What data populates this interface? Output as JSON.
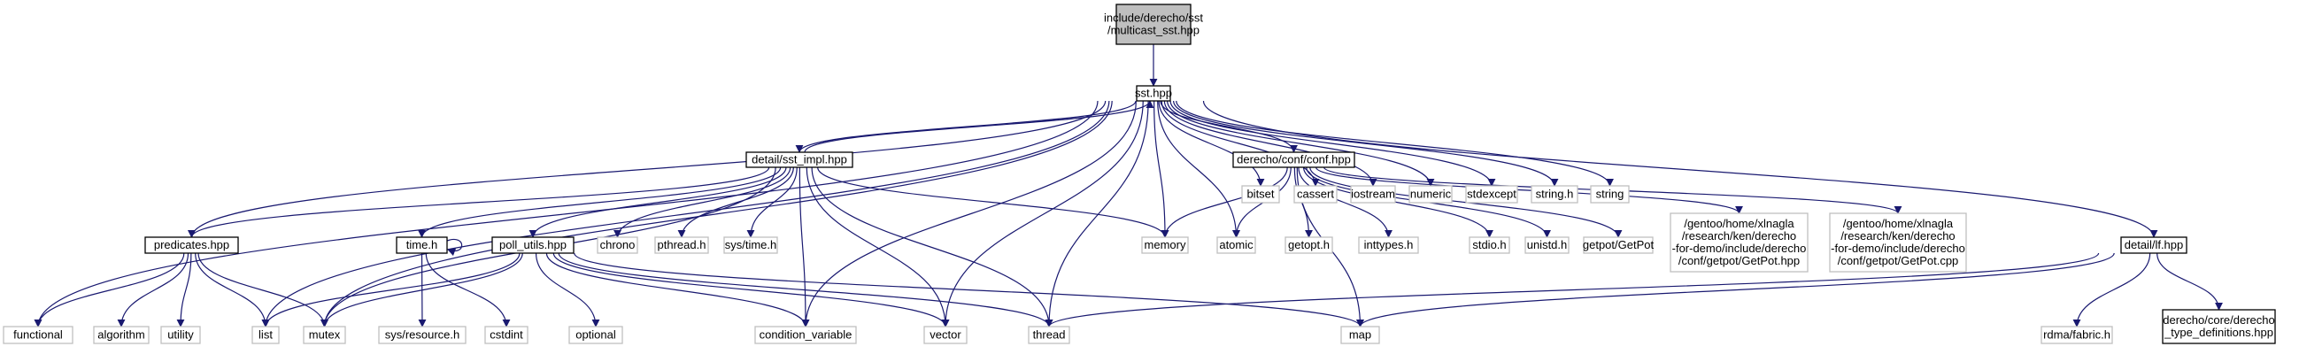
{
  "colors": {
    "edge": "#191970",
    "box_border": "#000000",
    "root_fill": "#bfbfbf",
    "node_fill": "#ffffff",
    "leaf_border": "#bfbfbf",
    "text": "#000000"
  },
  "nodes": [
    {
      "id": "root",
      "lines": [
        "include/derecho/sst",
        "/multicast_sst.hpp"
      ],
      "style": "root"
    },
    {
      "id": "sst",
      "lines": [
        "sst.hpp"
      ],
      "style": "normal"
    },
    {
      "id": "sst_impl",
      "lines": [
        "detail/sst_impl.hpp"
      ],
      "style": "normal"
    },
    {
      "id": "conf",
      "lines": [
        "derecho/conf/conf.hpp"
      ],
      "style": "normal"
    },
    {
      "id": "predicates",
      "lines": [
        "predicates.hpp"
      ],
      "style": "normal"
    },
    {
      "id": "time_h",
      "lines": [
        "time.h"
      ],
      "style": "normal"
    },
    {
      "id": "poll_utils",
      "lines": [
        "poll_utils.hpp"
      ],
      "style": "normal"
    },
    {
      "id": "lf",
      "lines": [
        "detail/lf.hpp"
      ],
      "style": "normal"
    },
    {
      "id": "type_defs",
      "lines": [
        "derecho/core/derecho",
        "_type_definitions.hpp"
      ],
      "style": "normal"
    },
    {
      "id": "bitset",
      "lines": [
        "bitset"
      ],
      "style": "leaf"
    },
    {
      "id": "cassert",
      "lines": [
        "cassert"
      ],
      "style": "leaf"
    },
    {
      "id": "iostream",
      "lines": [
        "iostream"
      ],
      "style": "leaf"
    },
    {
      "id": "numeric",
      "lines": [
        "numeric"
      ],
      "style": "leaf"
    },
    {
      "id": "stdexcept",
      "lines": [
        "stdexcept"
      ],
      "style": "leaf"
    },
    {
      "id": "string_h",
      "lines": [
        "string.h"
      ],
      "style": "leaf"
    },
    {
      "id": "string",
      "lines": [
        "string"
      ],
      "style": "leaf"
    },
    {
      "id": "chrono",
      "lines": [
        "chrono"
      ],
      "style": "leaf"
    },
    {
      "id": "pthread_h",
      "lines": [
        "pthread.h"
      ],
      "style": "leaf"
    },
    {
      "id": "sys_time_h",
      "lines": [
        "sys/time.h"
      ],
      "style": "leaf"
    },
    {
      "id": "memory",
      "lines": [
        "memory"
      ],
      "style": "leaf"
    },
    {
      "id": "atomic",
      "lines": [
        "atomic"
      ],
      "style": "leaf"
    },
    {
      "id": "getopt_h",
      "lines": [
        "getopt.h"
      ],
      "style": "leaf"
    },
    {
      "id": "inttypes_h",
      "lines": [
        "inttypes.h"
      ],
      "style": "leaf"
    },
    {
      "id": "stdio_h",
      "lines": [
        "stdio.h"
      ],
      "style": "leaf"
    },
    {
      "id": "unistd_h",
      "lines": [
        "unistd.h"
      ],
      "style": "leaf"
    },
    {
      "id": "getpot",
      "lines": [
        "getpot/GetPot"
      ],
      "style": "leaf"
    },
    {
      "id": "getpot_hpp",
      "lines": [
        "/gentoo/home/xlnagla",
        "/research/ken/derecho",
        "-for-demo/include/derecho",
        "/conf/getpot/GetPot.hpp"
      ],
      "style": "leaf"
    },
    {
      "id": "getpot_cpp",
      "lines": [
        "/gentoo/home/xlnagla",
        "/research/ken/derecho",
        "-for-demo/include/derecho",
        "/conf/getpot/GetPot.cpp"
      ],
      "style": "leaf"
    },
    {
      "id": "functional",
      "lines": [
        "functional"
      ],
      "style": "leaf"
    },
    {
      "id": "algorithm",
      "lines": [
        "algorithm"
      ],
      "style": "leaf"
    },
    {
      "id": "utility",
      "lines": [
        "utility"
      ],
      "style": "leaf"
    },
    {
      "id": "list",
      "lines": [
        "list"
      ],
      "style": "leaf"
    },
    {
      "id": "mutex",
      "lines": [
        "mutex"
      ],
      "style": "leaf"
    },
    {
      "id": "sys_resource_h",
      "lines": [
        "sys/resource.h"
      ],
      "style": "leaf"
    },
    {
      "id": "cstdint",
      "lines": [
        "cstdint"
      ],
      "style": "leaf"
    },
    {
      "id": "optional",
      "lines": [
        "optional"
      ],
      "style": "leaf"
    },
    {
      "id": "condition_variable",
      "lines": [
        "condition_variable"
      ],
      "style": "leaf"
    },
    {
      "id": "vector",
      "lines": [
        "vector"
      ],
      "style": "leaf"
    },
    {
      "id": "thread",
      "lines": [
        "thread"
      ],
      "style": "leaf"
    },
    {
      "id": "map",
      "lines": [
        "map"
      ],
      "style": "leaf"
    },
    {
      "id": "rdma_fabric_h",
      "lines": [
        "rdma/fabric.h"
      ],
      "style": "leaf"
    }
  ],
  "edges": [
    [
      "root",
      "sst"
    ],
    [
      "sst",
      "sst_impl"
    ],
    [
      "sst_impl",
      "sst"
    ],
    [
      "sst",
      "conf"
    ],
    [
      "sst",
      "predicates"
    ],
    [
      "sst",
      "lf"
    ],
    [
      "sst",
      "bitset"
    ],
    [
      "sst",
      "cassert"
    ],
    [
      "sst",
      "iostream"
    ],
    [
      "sst",
      "numeric"
    ],
    [
      "sst",
      "stdexcept"
    ],
    [
      "sst",
      "string_h"
    ],
    [
      "sst",
      "string"
    ],
    [
      "sst",
      "functional"
    ],
    [
      "sst",
      "list"
    ],
    [
      "sst",
      "mutex"
    ],
    [
      "sst",
      "condition_variable"
    ],
    [
      "sst",
      "vector"
    ],
    [
      "sst",
      "thread"
    ],
    [
      "sst",
      "memory"
    ],
    [
      "sst",
      "atomic"
    ],
    [
      "sst_impl",
      "predicates"
    ],
    [
      "sst_impl",
      "time_h"
    ],
    [
      "sst_impl",
      "poll_utils"
    ],
    [
      "sst_impl",
      "chrono"
    ],
    [
      "sst_impl",
      "pthread_h"
    ],
    [
      "sst_impl",
      "sys_time_h"
    ],
    [
      "sst_impl",
      "memory"
    ],
    [
      "sst_impl",
      "mutex"
    ],
    [
      "sst_impl",
      "condition_variable"
    ],
    [
      "sst_impl",
      "vector"
    ],
    [
      "sst_impl",
      "thread"
    ],
    [
      "conf",
      "memory"
    ],
    [
      "conf",
      "atomic"
    ],
    [
      "conf",
      "getopt_h"
    ],
    [
      "conf",
      "inttypes_h"
    ],
    [
      "conf",
      "map"
    ],
    [
      "conf",
      "stdio_h"
    ],
    [
      "conf",
      "unistd_h"
    ],
    [
      "conf",
      "getpot"
    ],
    [
      "conf",
      "getpot_hpp"
    ],
    [
      "conf",
      "getpot_cpp"
    ],
    [
      "predicates",
      "functional"
    ],
    [
      "predicates",
      "algorithm"
    ],
    [
      "predicates",
      "utility"
    ],
    [
      "predicates",
      "list"
    ],
    [
      "predicates",
      "mutex"
    ],
    [
      "time_h",
      "time_h"
    ],
    [
      "time_h",
      "sys_resource_h"
    ],
    [
      "time_h",
      "cstdint"
    ],
    [
      "poll_utils",
      "list"
    ],
    [
      "poll_utils",
      "mutex"
    ],
    [
      "poll_utils",
      "optional"
    ],
    [
      "poll_utils",
      "condition_variable"
    ],
    [
      "poll_utils",
      "vector"
    ],
    [
      "poll_utils",
      "thread"
    ],
    [
      "poll_utils",
      "map"
    ],
    [
      "lf",
      "map"
    ],
    [
      "lf",
      "thread"
    ],
    [
      "lf",
      "rdma_fabric_h"
    ],
    [
      "lf",
      "type_defs"
    ]
  ]
}
